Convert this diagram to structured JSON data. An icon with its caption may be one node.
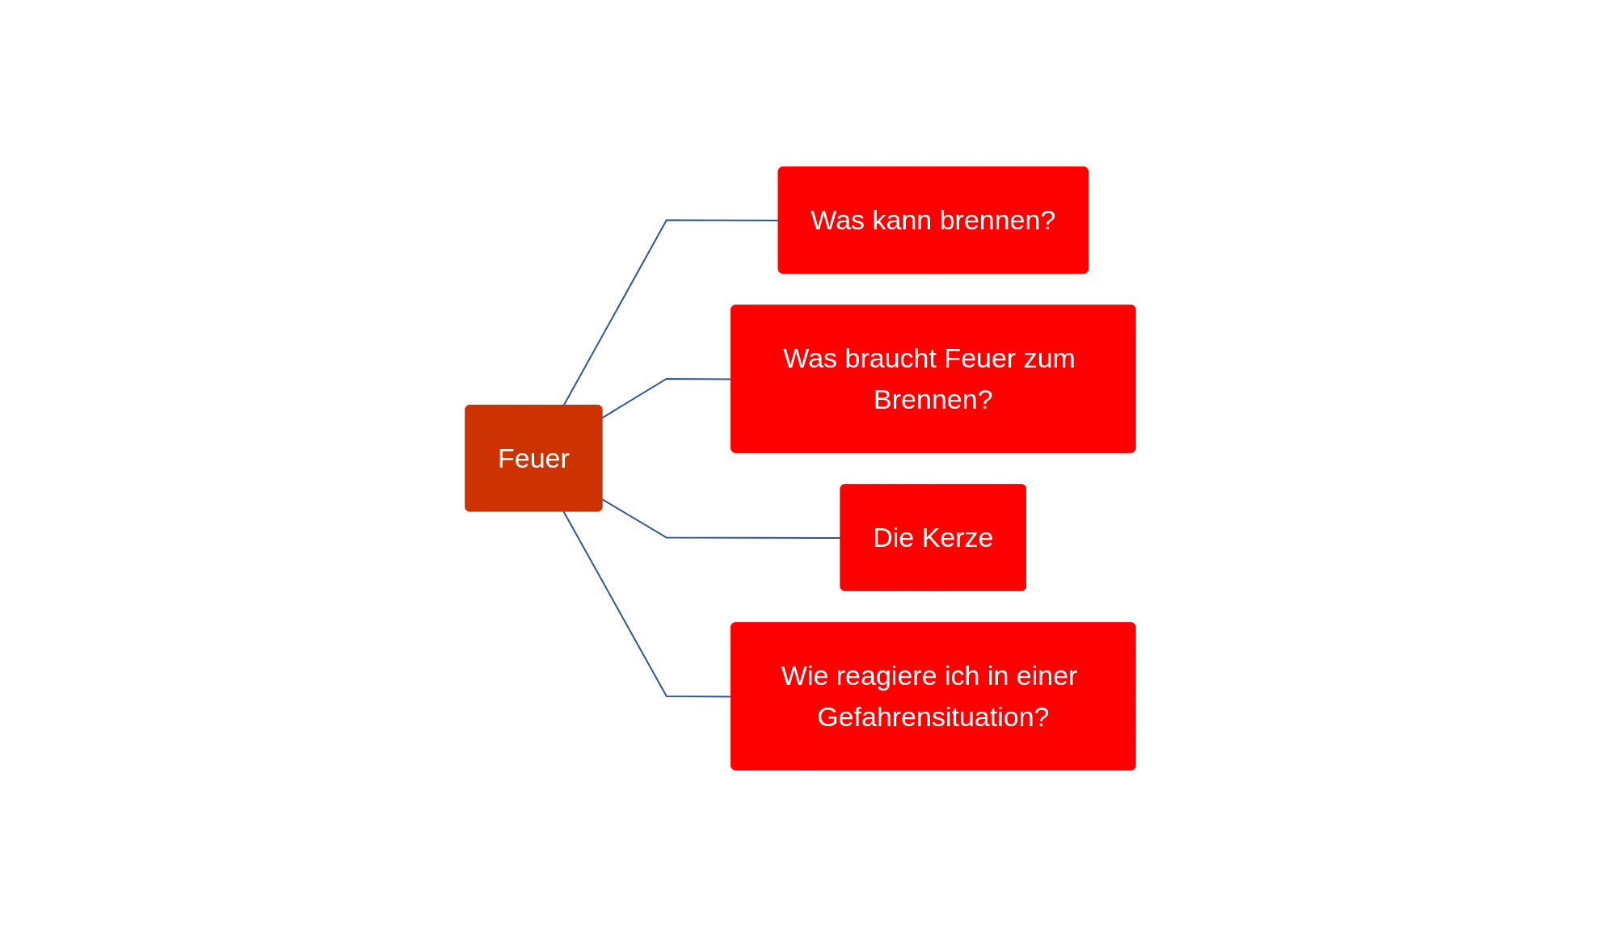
{
  "diagram": {
    "nodes": [
      {
        "text": [
          "Feuer"
        ]
      },
      {
        "text": [
          "Was kann brennen?"
        ]
      },
      {
        "text": [
          "Was braucht Feuer zum Brennen?"
        ]
      },
      {
        "text": [
          "Die Kerze"
        ]
      },
      {
        "text": [
          "Wie reagiere ich in einer Gefahrensituation?"
        ]
      }
    ],
    "edges": [
      {
        "from": 0,
        "to": 1,
        "arrow": "none"
      },
      {
        "from": 0,
        "to": 2,
        "arrow": "none"
      },
      {
        "from": 0,
        "to": 3,
        "arrow": "none"
      },
      {
        "from": 0,
        "to": 4,
        "arrow": "none"
      }
    ]
  }
}
